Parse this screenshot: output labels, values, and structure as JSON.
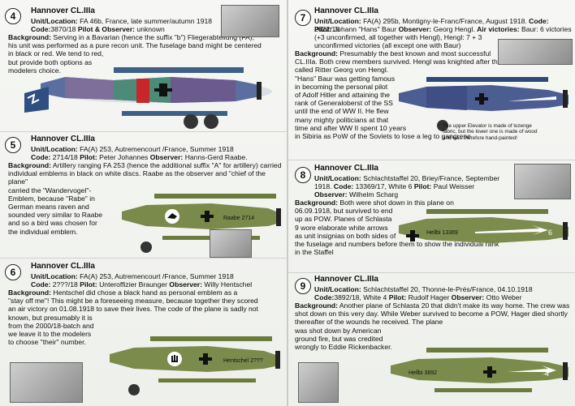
{
  "panels": [
    {
      "number": "4",
      "title": "Hannover CL.IIIa",
      "unit_label": "Unit/Location:",
      "unit": "FA 46b, France, late summer/autumn 1918",
      "code_label": "Code:",
      "code": "3870/18",
      "crew_label": "Pilot & Observer:",
      "crew": "unknown",
      "bg_label": "Background:",
      "bg_lines": [
        "Serving in a Bavarian (hence the suffix \"b\") Fliegerabteilung (FA),",
        "his unit was performed as a pure recon unit. The fuselage band might be centered",
        "in black or red. We tend to red,",
        "but provide both options as",
        "modelers choice."
      ]
    },
    {
      "number": "5",
      "title": "Hannover CL.IIIa",
      "unit_label": "Unit/Location:",
      "unit": "FA(A) 253, Autremencourt /France, Summer 1918",
      "code_label": "Code:",
      "code": "2714/18",
      "pilot_label": "Pilot:",
      "pilot": "Peter Johannes",
      "obs_label": "Observer:",
      "obs": "Hanns-Gerd Raabe.",
      "bg_label": "Background:",
      "bg_first": "Artillery ranging FA 253 (hence the additional suffix \"A\" for artillery) carried",
      "bg_lines": [
        "individual emblems in black on white discs. Raabe as the observer and \"chief of the plane\"",
        "carried the \"Wandervogel\"-",
        "Emblem, because \"Rabe\" in",
        "German means raven and",
        "sounded very similar to Raabe",
        "and so a bird was chosen for",
        "the individual emblem."
      ],
      "marking": "Raabe 2714"
    },
    {
      "number": "6",
      "title": "Hannover CL.IIIa",
      "unit_label": "Unit/Location:",
      "unit": "FA(A) 253, Autremencourt /France, Summer 1918",
      "code_label": "Code:",
      "code": "2???/18",
      "pilot_label": "Pilot:",
      "pilot": "Unteroffizier Braunger",
      "obs_label": "Observer:",
      "obs": "Willy Hentschel",
      "bg_label": "Background:",
      "bg_first": "Hentschel did chose a black hand as personal emblem as a",
      "bg_lines": [
        "\"stay off me\"! This might be a foreseeing measure, because together they scored",
        "an air victory on 01.08.1918 to save their lives. The code of the plane is sadly not",
        "known, but presumably it is",
        "from the 2000/18-batch and",
        "we leave it to the modelers",
        "to choose \"their\" number."
      ],
      "marking": "Hentschel 2???"
    },
    {
      "number": "7",
      "title": "Hannover CL.IIIa",
      "unit_label": "Unit/Location:",
      "unit": "FA(A) 295b, Montigny-le-Franc/France, August 1918.",
      "code_label": "Code:",
      "code": "2622/18",
      "pilot_label": "Pilot:",
      "pilot": "Johann \"Hans\" Baur",
      "obs_label": "Observer:",
      "obs": "Georg Hengl.",
      "vic_label": "Air victories:",
      "vic": "Baur: 6 victories",
      "vic_lines": [
        "(+3 unconfirmed, all together with Hengl), Hengl: 7 + 3",
        "unconfirmed victories (all except one with Baur)"
      ],
      "bg_label": "Background:",
      "bg_first": "Presumably the best known and most successful",
      "bg_lines": [
        "CL.IIIa. Both crew members survived. Hengl was knighted after the war and had to be",
        "called Ritter Georg von Hengl.",
        "\"Hans\" Baur was getting famous",
        "in becoming the personal pilot",
        "of Adolf Hitler and attaining the",
        "rank of Generaloberst of the SS",
        "until the end of WW II. He flew",
        "many mighty politicians at that",
        "time and after WW II spent 10 years",
        "in Sibiria as PoW of the Soviets to lose a leg to gangrene"
      ],
      "note_lines": [
        "The upper Elevator is made of lozenge",
        "fabric, but the lower one is made of wood",
        "and was therefore hand-painted!"
      ]
    },
    {
      "number": "8",
      "title": "Hannover CL.IIIa",
      "unit_label": "Unit/Location:",
      "unit": "Schlachtstaffel 20, Briey/France, September",
      "unit2": "1918.",
      "code_label": "Code:",
      "code": "13369/17, White 6",
      "pilot_label": "Pilot:",
      "pilot": "Paul Weisser",
      "obs_label": "Observer:",
      "obs": "Wilhelm Scharg",
      "bg_label": "Background:",
      "bg_first": "Both were shot down in this plane on",
      "bg_lines": [
        "06.09.1918, but survived to end",
        "up as POW. Planes of Schlasta",
        "9 wore elaborate white arrows",
        "as unit insignias on both sides of",
        "the fuselage and numbers before them to show the individual rank",
        "in the Staffel"
      ],
      "marking": "Hellbi 13369",
      "tail_number": "6"
    },
    {
      "number": "9",
      "title": "Hannover CL.IIIa",
      "unit_label": "Unit/Location:",
      "unit": "Schlachtstaffel 20, Thonne-le-Prés/France, 04.10.1918",
      "code_label": "Code:",
      "code": "3892/18, White 4",
      "pilot_label": "Pilot:",
      "pilot": "Rudolf Hager",
      "obs_label": "Observer:",
      "obs": "Otto Weber",
      "bg_label": "Background:",
      "bg_first": "Another plane of Schlasta 20 that didn't make its way home. The crew was",
      "bg_lines": [
        "shot down on this very day. While Weber survived to become a POW, Hager died shortly",
        "thereafter of the wounds he received. The plane",
        "was shot down by American",
        "ground fire, but was credited",
        "wrongly to Eddie Rickenbacker."
      ],
      "marking": "Hellbi 3892",
      "tail_number": "4"
    }
  ]
}
